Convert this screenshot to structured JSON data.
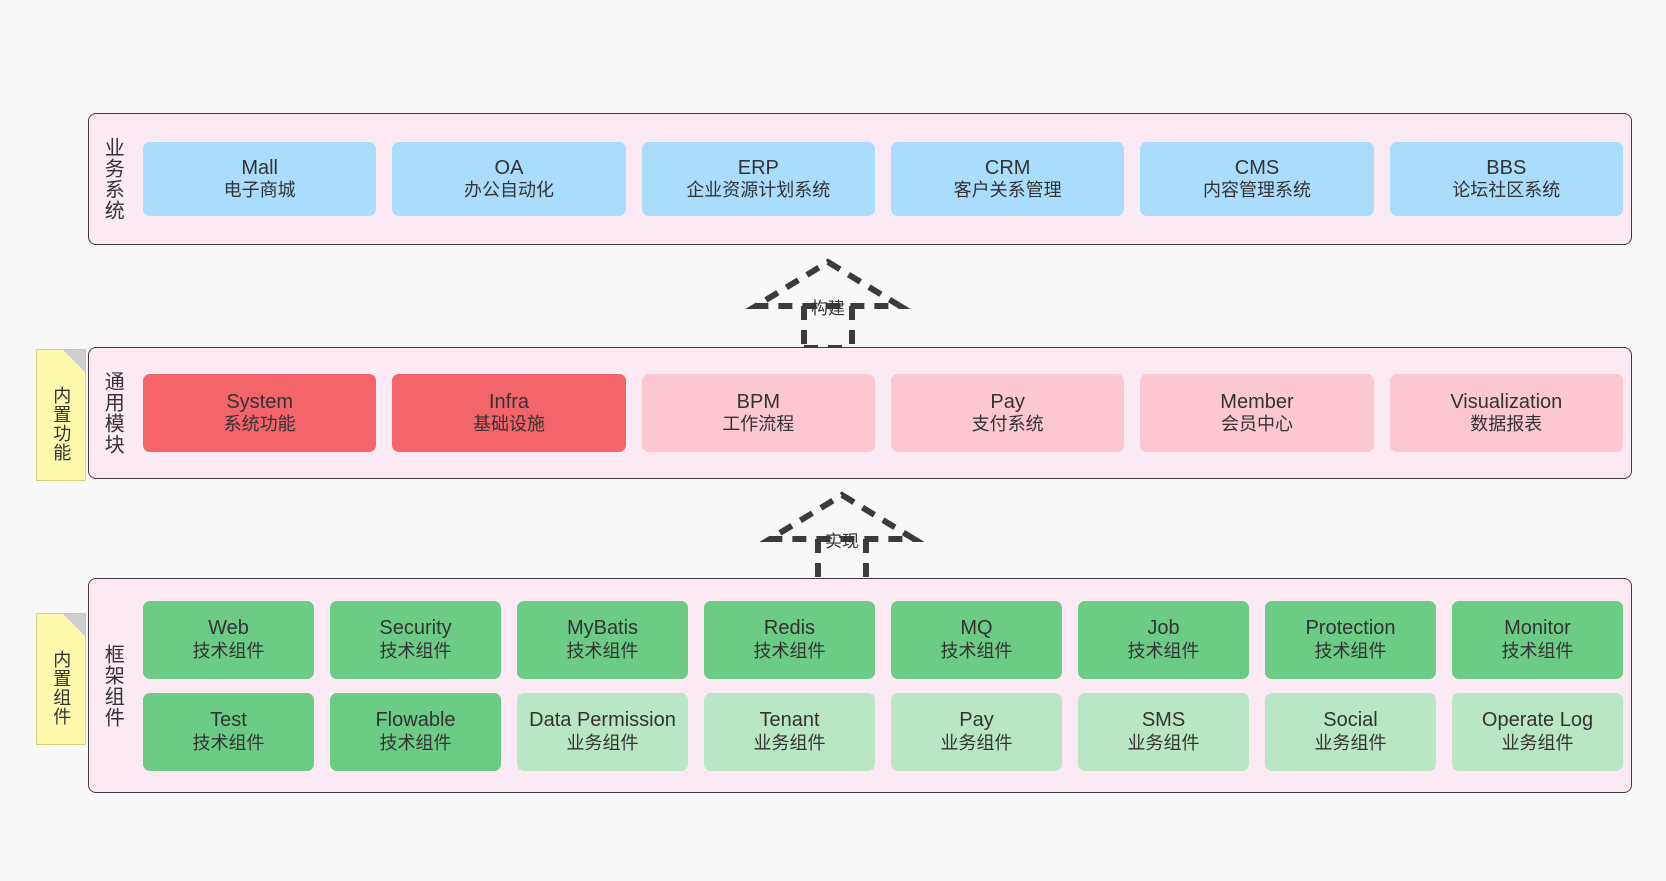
{
  "layers": [
    {
      "id": "business",
      "title": "业务系统",
      "rows": [
        {
          "cards": [
            {
              "title": "Mall",
              "subtitle": "电子商城",
              "color": "#aadcfb"
            },
            {
              "title": "OA",
              "subtitle": "办公自动化",
              "color": "#aadcfb"
            },
            {
              "title": "ERP",
              "subtitle": "企业资源计划系统",
              "color": "#aadcfb"
            },
            {
              "title": "CRM",
              "subtitle": "客户关系管理",
              "color": "#aadcfb"
            },
            {
              "title": "CMS",
              "subtitle": "内容管理系统",
              "color": "#aadcfb"
            },
            {
              "title": "BBS",
              "subtitle": "论坛社区系统",
              "color": "#aadcfb"
            }
          ]
        }
      ]
    },
    {
      "id": "modules",
      "title": "通用模块",
      "note": "内置功能",
      "rows": [
        {
          "cards": [
            {
              "title": "System",
              "subtitle": "系统功能",
              "color": "#f4656b"
            },
            {
              "title": "Infra",
              "subtitle": "基础设施",
              "color": "#f4656b"
            },
            {
              "title": "BPM",
              "subtitle": "工作流程",
              "color": "#fbc7d0"
            },
            {
              "title": "Pay",
              "subtitle": "支付系统",
              "color": "#fbc7d0"
            },
            {
              "title": "Member",
              "subtitle": "会员中心",
              "color": "#fbc7d0"
            },
            {
              "title": "Visualization",
              "subtitle": "数据报表",
              "color": "#fbc7d0"
            }
          ]
        }
      ]
    },
    {
      "id": "framework",
      "title": "框架组件",
      "note": "内置组件",
      "rows": [
        {
          "cards": [
            {
              "title": "Web",
              "subtitle": "技术组件",
              "color": "#6ccb84"
            },
            {
              "title": "Security",
              "subtitle": "技术组件",
              "color": "#6ccb84"
            },
            {
              "title": "MyBatis",
              "subtitle": "技术组件",
              "color": "#6ccb84"
            },
            {
              "title": "Redis",
              "subtitle": "技术组件",
              "color": "#6ccb84"
            },
            {
              "title": "MQ",
              "subtitle": "技术组件",
              "color": "#6ccb84"
            },
            {
              "title": "Job",
              "subtitle": "技术组件",
              "color": "#6ccb84"
            },
            {
              "title": "Protection",
              "subtitle": "技术组件",
              "color": "#6ccb84"
            },
            {
              "title": "Monitor",
              "subtitle": "技术组件",
              "color": "#6ccb84"
            }
          ]
        },
        {
          "cards": [
            {
              "title": "Test",
              "subtitle": "技术组件",
              "color": "#6ccb84"
            },
            {
              "title": "Flowable",
              "subtitle": "技术组件",
              "color": "#6ccb84"
            },
            {
              "title": "Data Permission",
              "subtitle": "业务组件",
              "color": "#b9e6c4"
            },
            {
              "title": "Tenant",
              "subtitle": "业务组件",
              "color": "#b9e6c4"
            },
            {
              "title": "Pay",
              "subtitle": "业务组件",
              "color": "#b9e6c4"
            },
            {
              "title": "SMS",
              "subtitle": "业务组件",
              "color": "#b9e6c4"
            },
            {
              "title": "Social",
              "subtitle": "业务组件",
              "color": "#b9e6c4"
            },
            {
              "title": "Operate Log",
              "subtitle": "业务组件",
              "color": "#b9e6c4"
            }
          ]
        }
      ]
    }
  ],
  "arrows": [
    {
      "id": "build",
      "label": "构建"
    },
    {
      "id": "impl",
      "label": "实现"
    }
  ],
  "colors": {
    "background": "#f8f8f8",
    "layer_fill": "#fbeaf4",
    "layer_border": "#3b3b3b",
    "note_fill": "#fcf8ac",
    "note_fold": "#cfcfcf",
    "business_card": "#aadcfb",
    "module_primary": "#f4656b",
    "module_secondary": "#fbc7d0",
    "tech_component": "#6ccb84",
    "business_component": "#b9e6c4",
    "text": "#333333"
  }
}
